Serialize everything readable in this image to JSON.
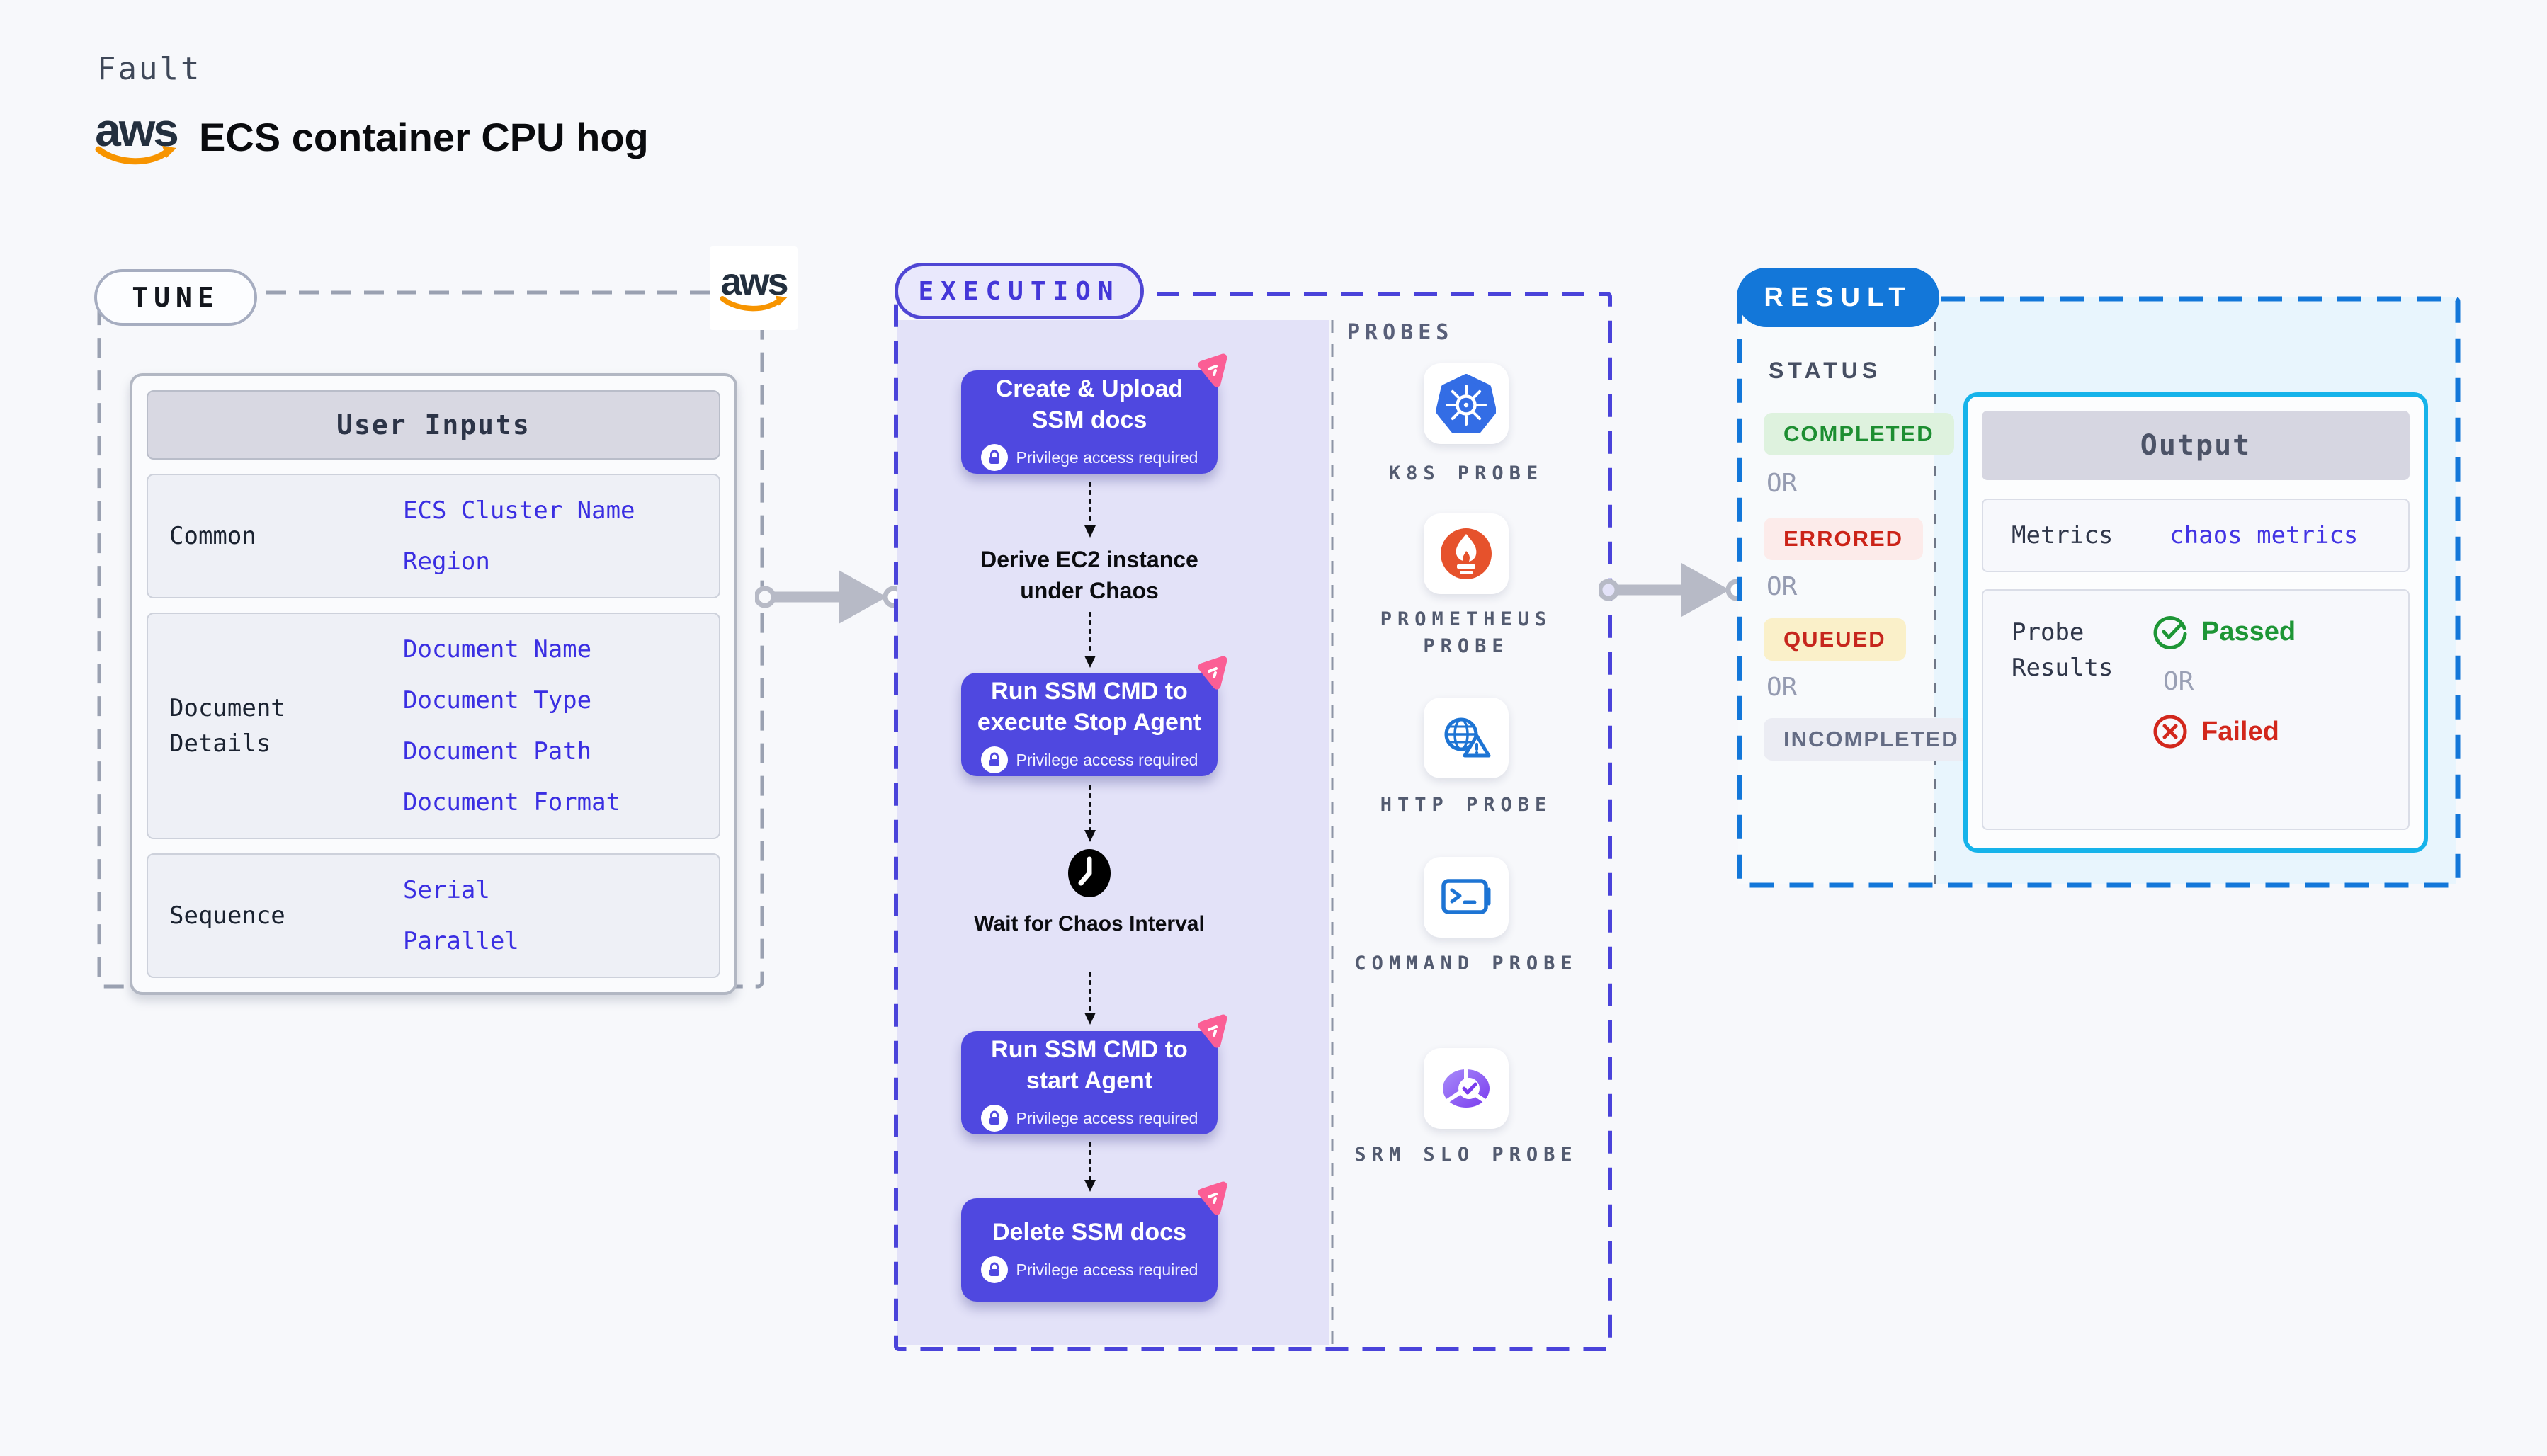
{
  "header": {
    "eyebrow": "Fault",
    "aws_wordmark": "aws",
    "title": "ECS container CPU hog"
  },
  "tune": {
    "label": "TUNE",
    "aws_wordmark": "aws",
    "user_inputs": {
      "header": "User Inputs",
      "rows": [
        {
          "label": "Common",
          "values": [
            "ECS Cluster Name",
            "Region"
          ]
        },
        {
          "label": "Document Details",
          "values": [
            "Document Name",
            "Document Type",
            "Document Path",
            "Document Format"
          ]
        },
        {
          "label": "Sequence",
          "values": [
            "Serial",
            "Parallel"
          ]
        }
      ]
    }
  },
  "execution": {
    "label": "EXECUTION",
    "steps": [
      {
        "title": "Create & Upload SSM docs",
        "badge": "Privilege access required"
      },
      {
        "title": "Derive EC2 instance under Chaos"
      },
      {
        "title": "Run SSM CMD to execute Stop Agent",
        "badge": "Privilege access required"
      },
      {
        "title": "Wait for Chaos Interval"
      },
      {
        "title": "Run SSM CMD to start Agent",
        "badge": "Privilege access required"
      },
      {
        "title": "Delete SSM docs",
        "badge": "Privilege access required"
      }
    ],
    "probes": {
      "label": "PROBES",
      "items": [
        {
          "name": "K8S PROBE",
          "icon": "kubernetes-icon"
        },
        {
          "name": "PROMETHEUS PROBE",
          "icon": "prometheus-icon"
        },
        {
          "name": "HTTP PROBE",
          "icon": "http-globe-warning-icon"
        },
        {
          "name": "COMMAND PROBE",
          "icon": "terminal-icon"
        },
        {
          "name": "SRM SLO PROBE",
          "icon": "slo-donut-check-icon"
        }
      ]
    }
  },
  "result": {
    "label": "RESULT",
    "status": {
      "label": "STATUS",
      "separator": "OR",
      "badges": [
        {
          "text": "COMPLETED",
          "fg": "#1d8e31",
          "bg": "#def2de"
        },
        {
          "text": "ERRORED",
          "fg": "#cb2318",
          "bg": "#fcebea"
        },
        {
          "text": "QUEUED",
          "fg": "#c6261d",
          "bg": "#faf0c9"
        },
        {
          "text": "INCOMPLETED",
          "fg": "#646c84",
          "bg": "#ebecf3"
        }
      ]
    },
    "output": {
      "header": "Output",
      "metrics_label": "Metrics",
      "metrics_value": "chaos metrics",
      "probe_results_label": "Probe Results",
      "passed": "Passed",
      "separator": "OR",
      "failed": "Failed"
    }
  },
  "colors": {
    "page_bg": "#f7f8fb",
    "indigo_button": "#4f48e0",
    "indigo_border": "#4a43da",
    "lavender_panel": "#e3e2f8",
    "pink_decor": "#fb5e95",
    "result_blue": "#1377d9",
    "cyan_border": "#16b3ea",
    "cyan_bg": "#e8f5fd",
    "green": "#1e9636",
    "red": "#d2271c",
    "link_blue": "#4334e4",
    "aws_orange": "#f79400",
    "gray_dash": "#9aa1b1"
  }
}
